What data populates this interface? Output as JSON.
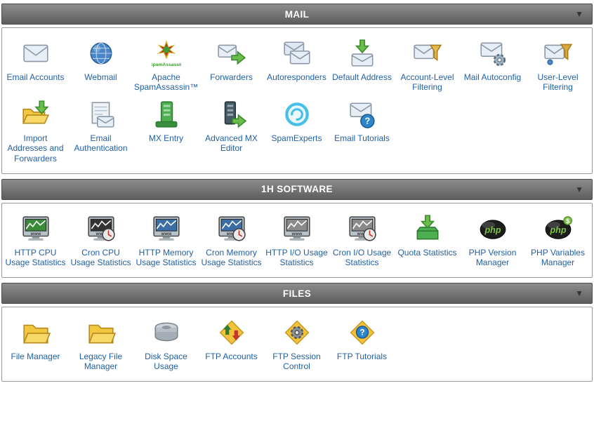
{
  "ui": {
    "collapse_glyph": "▼"
  },
  "colors": {
    "header_bg_top": "#8d8d8d",
    "header_bg_bottom": "#5d5d5d",
    "header_text": "#ffffff",
    "panel_border": "#9a9a9a",
    "link_blue": "#2160a4"
  },
  "sections": [
    {
      "title": "MAIL",
      "items": [
        {
          "label": "Email Accounts",
          "icon": "email-accounts"
        },
        {
          "label": "Webmail",
          "icon": "webmail"
        },
        {
          "label": "Apache SpamAssassin™",
          "icon": "spamassassin"
        },
        {
          "label": "Forwarders",
          "icon": "forwarders"
        },
        {
          "label": "Autoresponders",
          "icon": "autoresponders"
        },
        {
          "label": "Default Address",
          "icon": "default-address"
        },
        {
          "label": "Account-Level Filtering",
          "icon": "account-level-filtering"
        },
        {
          "label": "Mail Autoconfig",
          "icon": "mail-autoconfig"
        },
        {
          "label": "User-Level Filtering",
          "icon": "user-level-filtering"
        },
        {
          "label": "Import Addresses and Forwarders",
          "icon": "import-addresses"
        },
        {
          "label": "Email Authentication",
          "icon": "email-authentication"
        },
        {
          "label": "MX Entry",
          "icon": "mx-entry"
        },
        {
          "label": "Advanced MX Editor",
          "icon": "advanced-mx-editor"
        },
        {
          "label": "SpamExperts",
          "icon": "spamexperts"
        },
        {
          "label": "Email Tutorials",
          "icon": "email-tutorials"
        }
      ]
    },
    {
      "title": "1H SOFTWARE",
      "items": [
        {
          "label": "HTTP CPU Usage Statistics",
          "icon": "http-cpu-stats"
        },
        {
          "label": "Cron CPU Usage Statistics",
          "icon": "cron-cpu-stats"
        },
        {
          "label": "HTTP Memory Usage Statistics",
          "icon": "http-mem-stats"
        },
        {
          "label": "Cron Memory Usage Statistics",
          "icon": "cron-mem-stats"
        },
        {
          "label": "HTTP I/O Usage Statistics",
          "icon": "http-io-stats"
        },
        {
          "label": "Cron I/O Usage Statistics",
          "icon": "cron-io-stats"
        },
        {
          "label": "Quota Statistics",
          "icon": "quota-stats"
        },
        {
          "label": "PHP Version Manager",
          "icon": "php-version"
        },
        {
          "label": "PHP Variables Manager",
          "icon": "php-variables"
        }
      ]
    },
    {
      "title": "FILES",
      "items": [
        {
          "label": "File Manager",
          "icon": "file-manager"
        },
        {
          "label": "Legacy File Manager",
          "icon": "legacy-file-manager"
        },
        {
          "label": "Disk Space Usage",
          "icon": "disk-space"
        },
        {
          "label": "FTP Accounts",
          "icon": "ftp-accounts"
        },
        {
          "label": "FTP Session Control",
          "icon": "ftp-session-control"
        },
        {
          "label": "FTP Tutorials",
          "icon": "ftp-tutorials"
        }
      ]
    }
  ]
}
